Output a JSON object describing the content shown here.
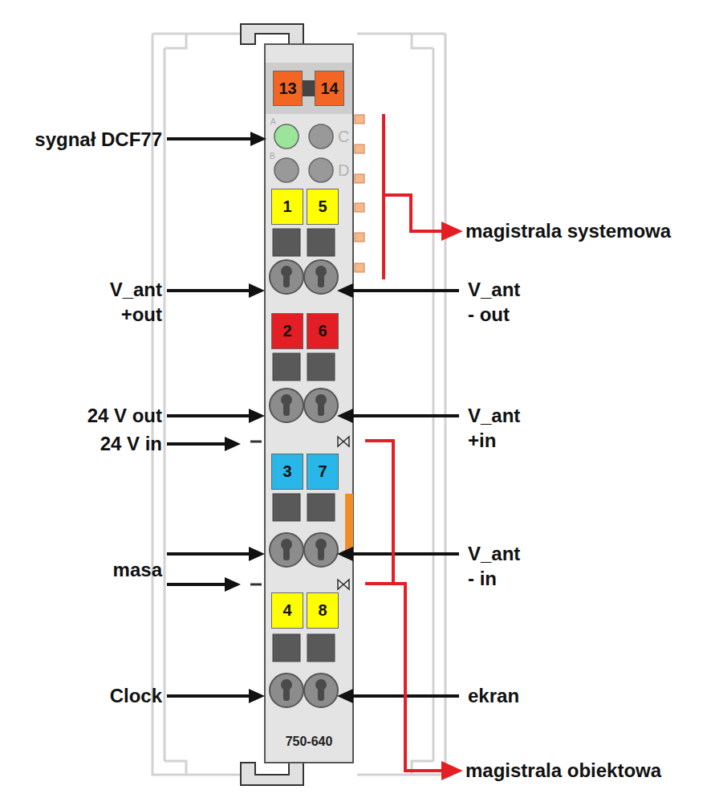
{
  "diagram": {
    "nodes": [
      {
        "text": [
          "750-640"
        ]
      },
      {
        "text": [
          "13"
        ],
        "in": 0
      },
      {
        "text": [
          "14"
        ],
        "in": 0
      },
      {
        "text": [
          "1"
        ],
        "in": 0
      },
      {
        "text": [
          "5"
        ],
        "in": 0
      },
      {
        "text": [
          "2"
        ],
        "in": 0
      },
      {
        "text": [
          "6"
        ],
        "in": 0
      },
      {
        "text": [
          "3"
        ],
        "in": 0
      },
      {
        "text": [
          "7"
        ],
        "in": 0
      },
      {
        "text": [
          "4"
        ],
        "in": 0
      },
      {
        "text": [
          "8"
        ],
        "in": 0
      }
    ],
    "labels": [
      "sygnał DCF77",
      "A",
      "C",
      "B",
      "D",
      "V_ant +out",
      "V_ant - out",
      "24 V out",
      "V_ant +in",
      "24 V in",
      "masa",
      "V_ant - in",
      "Clock",
      "ekran",
      "magistrala systemowa",
      "magistrala obiektowa"
    ]
  }
}
